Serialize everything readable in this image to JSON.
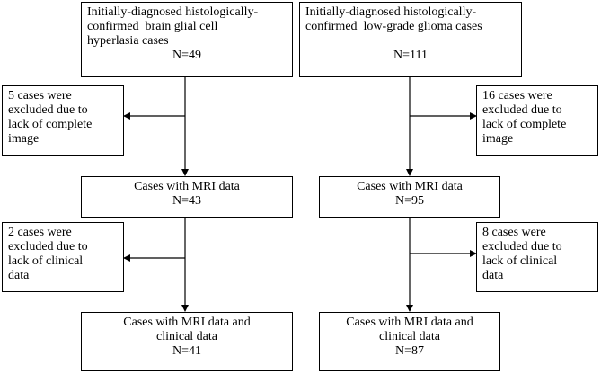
{
  "left": {
    "initial": {
      "lines": [
        "Initially-diagnosed histologically-",
        "confirmed  brain glial cell",
        "hyperlasia cases"
      ],
      "n": "N=49"
    },
    "excluded_image": {
      "lines": [
        "5 cases were",
        "excluded due to",
        "lack of complete",
        "image"
      ]
    },
    "mri": {
      "lines": [
        "Cases with MRI data"
      ],
      "n": "N=43"
    },
    "excluded_clinical": {
      "lines": [
        "2 cases were",
        "excluded due to",
        "lack of clinical",
        "data"
      ]
    },
    "final": {
      "lines": [
        "Cases with MRI data and",
        "clinical data"
      ],
      "n": "N=41"
    }
  },
  "right": {
    "initial": {
      "lines": [
        "Initially-diagnosed histologically-",
        "confirmed  low-grade glioma cases"
      ],
      "n": "N=111"
    },
    "excluded_image": {
      "lines": [
        "16 cases were",
        "excluded due to",
        "lack of complete",
        "image"
      ]
    },
    "mri": {
      "lines": [
        "Cases with MRI data"
      ],
      "n": "N=95"
    },
    "excluded_clinical": {
      "lines": [
        "8 cases were",
        "excluded due to",
        "lack of clinical",
        "data"
      ]
    },
    "final": {
      "lines": [
        "Cases with MRI data and",
        "clinical data"
      ],
      "n": "N=87"
    }
  }
}
